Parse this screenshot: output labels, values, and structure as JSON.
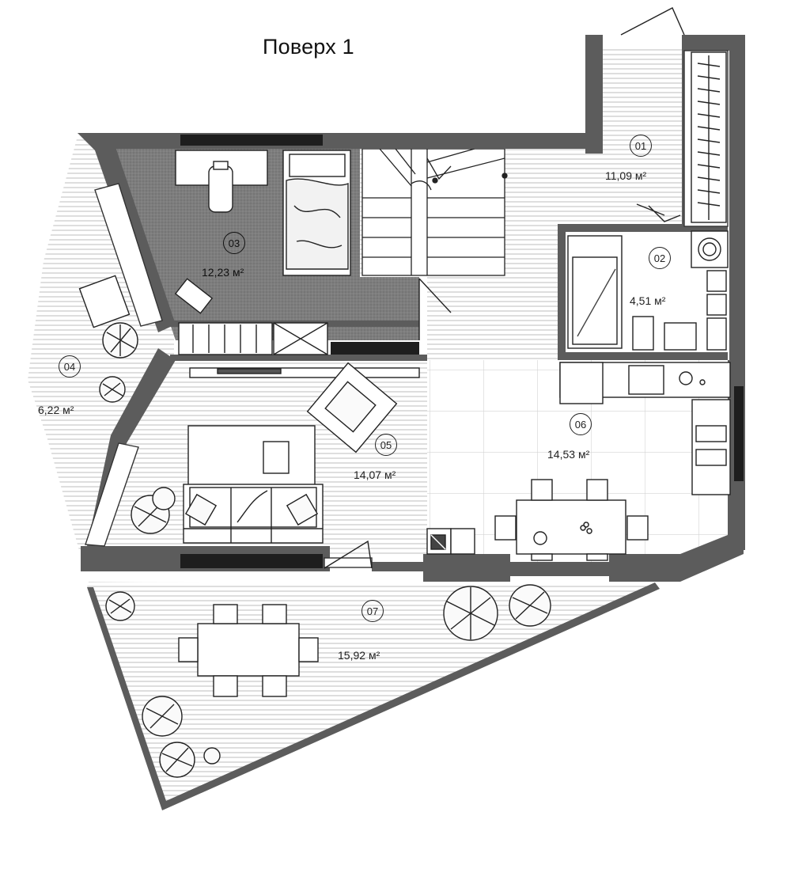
{
  "title": "Поверх 1",
  "unit_label": "м²",
  "rooms": [
    {
      "id": "01",
      "area": "11,09"
    },
    {
      "id": "02",
      "area": "4,51"
    },
    {
      "id": "03",
      "area": "12,23"
    },
    {
      "id": "04",
      "area": "6,22"
    },
    {
      "id": "05",
      "area": "14,07"
    },
    {
      "id": "06",
      "area": "14,53"
    },
    {
      "id": "07",
      "area": "15,92"
    }
  ],
  "colors": {
    "wall": "#5c5c5c",
    "wall_dark": "#1e1e1e",
    "hatch": "#c8c8c8",
    "tile_line": "#d6d6d6",
    "bedroom_floor": "#7a7a7a"
  }
}
